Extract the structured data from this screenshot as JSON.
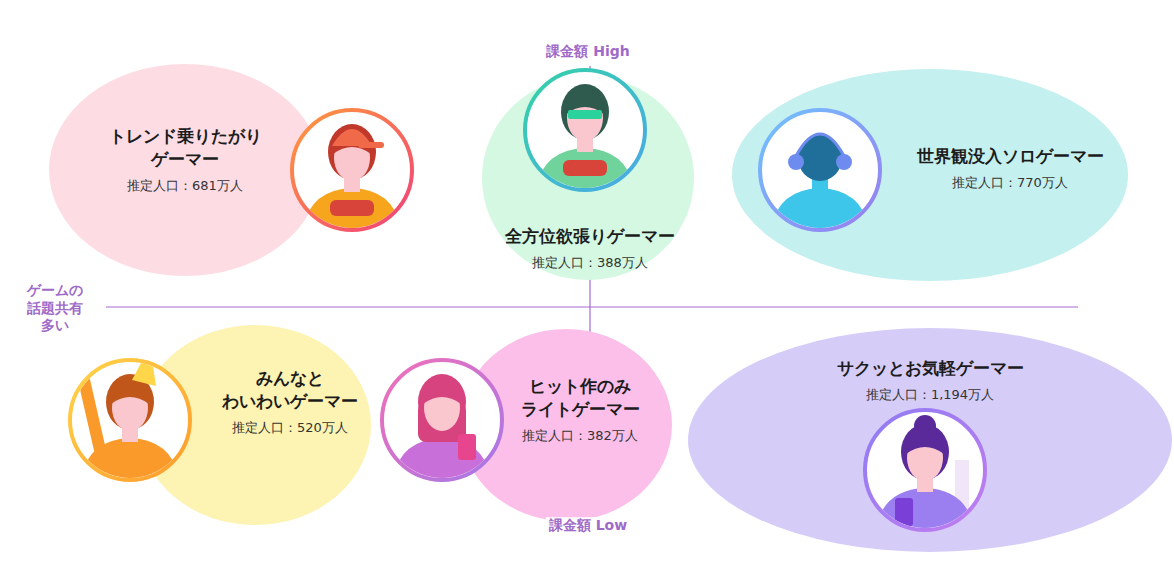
{
  "diagram": {
    "nodes": [
      {
        "text": [
          "トレンド乗りたがり ゲーマー",
          "推定人口：681万人"
        ]
      },
      {
        "text": [
          "全方位欲張りゲーマー",
          "推定人口：388万人"
        ]
      },
      {
        "text": [
          "世界観没入ソロゲーマー",
          "推定人口：770万人"
        ]
      },
      {
        "text": [
          "みんなと わいわいゲーマー",
          "推定人口：520万人"
        ]
      },
      {
        "text": [
          "ヒット作のみ ライトゲーマー",
          "推定人口：382万人"
        ]
      },
      {
        "text": [
          "サクッとお気軽ゲーマー",
          "推定人口：1,194万人"
        ]
      }
    ],
    "labels": [
      "課金額 High",
      "課金額 Low",
      "ゲームの 話題共有 多い"
    ]
  }
}
